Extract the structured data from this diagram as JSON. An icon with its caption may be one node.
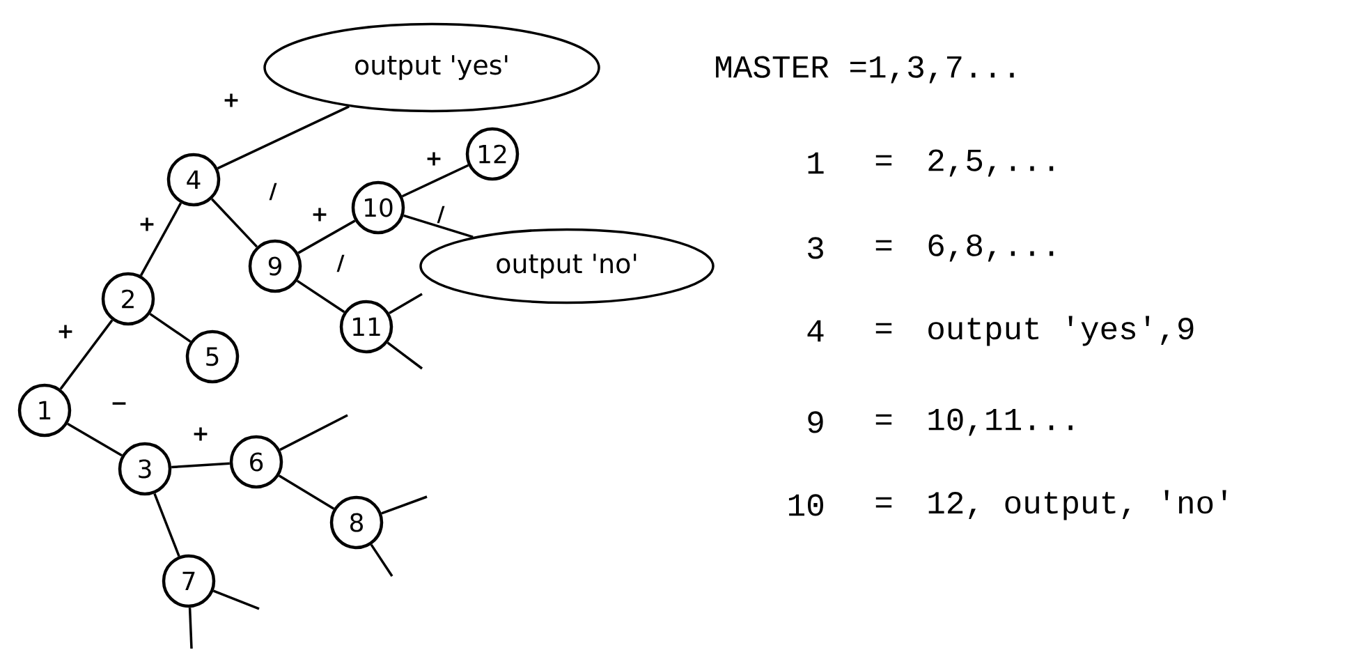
{
  "diagram": {
    "nodes": [
      {
        "text": [
          "output 'yes'"
        ]
      },
      {
        "text": [
          "4"
        ]
      },
      {
        "text": [
          "12"
        ]
      },
      {
        "text": [
          "10"
        ]
      },
      {
        "text": [
          "9"
        ]
      },
      {
        "text": [
          "output 'no'"
        ]
      },
      {
        "text": [
          "2"
        ]
      },
      {
        "text": [
          "11"
        ]
      },
      {
        "text": [
          "5"
        ]
      },
      {
        "text": [
          "1"
        ]
      },
      {
        "text": [
          "3"
        ]
      },
      {
        "text": [
          "6"
        ]
      },
      {
        "text": [
          "8"
        ]
      },
      {
        "text": [
          "7"
        ]
      }
    ],
    "edges": [
      {
        "from": 9,
        "to": 6,
        "arrow": "none",
        "label": "+"
      },
      {
        "from": 6,
        "to": 1,
        "arrow": "none",
        "label": "+"
      },
      {
        "from": 1,
        "to": 0,
        "arrow": "none",
        "label": "+"
      },
      {
        "from": 1,
        "to": 4,
        "arrow": "none",
        "label": "/"
      },
      {
        "from": 4,
        "to": 3,
        "arrow": "none",
        "label": "+"
      },
      {
        "from": 3,
        "to": 2,
        "arrow": "none",
        "label": "+"
      },
      {
        "from": 3,
        "to": 5,
        "arrow": "none",
        "label": "/"
      },
      {
        "from": 4,
        "to": 7,
        "arrow": "none",
        "label": "/"
      },
      {
        "from": 6,
        "to": 8,
        "arrow": "none"
      },
      {
        "from": 9,
        "to": 10,
        "arrow": "none",
        "label": "−"
      },
      {
        "from": 10,
        "to": 11,
        "arrow": "none",
        "label": "+"
      },
      {
        "from": 10,
        "to": 13,
        "arrow": "none"
      },
      {
        "from": 11,
        "to": 12,
        "arrow": "none"
      },
      {
        "from": 7,
        "to": null,
        "arrow": "none"
      },
      {
        "from": 7,
        "to": null,
        "arrow": "none"
      },
      {
        "from": 11,
        "to": null,
        "arrow": "none"
      },
      {
        "from": 12,
        "to": null,
        "arrow": "none"
      },
      {
        "from": 12,
        "to": null,
        "arrow": "none"
      },
      {
        "from": 13,
        "to": null,
        "arrow": "none"
      },
      {
        "from": 13,
        "to": null,
        "arrow": "none"
      }
    ],
    "labels": [
      "MASTER =1,3,7...",
      "1",
      "=",
      "2,5,...",
      "3",
      "=",
      "6,8,...",
      "4",
      "=",
      "output 'yes',9",
      "9",
      "=",
      "10,11...",
      "10",
      "=",
      "12, output, 'no'"
    ]
  }
}
